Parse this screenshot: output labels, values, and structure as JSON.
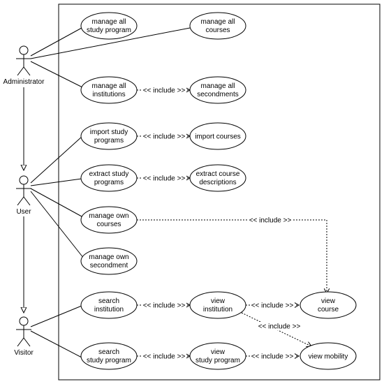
{
  "actors": {
    "administrator": "Administrator",
    "user": "User",
    "visitor": "Visitor"
  },
  "use_cases": {
    "manage_all_study_program": [
      "manage all",
      "study program"
    ],
    "manage_all_courses": [
      "manage all",
      "courses"
    ],
    "manage_all_institutions": [
      "manage all",
      "institutions"
    ],
    "manage_all_secondments": [
      "manage all",
      "secondments"
    ],
    "import_study_programs": [
      "import study",
      "programs"
    ],
    "import_courses": [
      "import courses"
    ],
    "extract_study_programs": [
      "extract study",
      "programs"
    ],
    "extract_course_descriptions": [
      "extract course",
      "descriptions"
    ],
    "manage_own_courses": [
      "manage own",
      "courses"
    ],
    "manage_own_secondment": [
      "manage own",
      "secondment"
    ],
    "search_institution": [
      "search",
      "institution"
    ],
    "view_institution": [
      "view",
      "institution"
    ],
    "view_course": [
      "view",
      "course"
    ],
    "search_study_program": [
      "search",
      "study program"
    ],
    "view_study_program": [
      "view",
      "study program"
    ],
    "view_mobility": [
      "view mobility"
    ]
  },
  "include_label": "<< include >>"
}
